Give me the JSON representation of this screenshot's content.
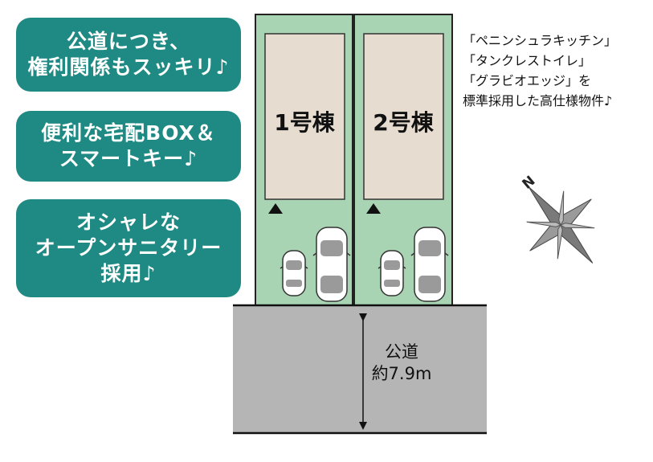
{
  "features": [
    {
      "lines": [
        "公道につき、",
        "権利関係もスッキリ♪"
      ]
    },
    {
      "lines": [
        "便利な宅配BOX＆",
        "スマートキー♪"
      ]
    },
    {
      "lines": [
        "オシャレな",
        "オープンサニタリー",
        "採用♪"
      ]
    }
  ],
  "spec_note": {
    "lines": [
      "「ペニンシュラキッチン」",
      "「タンクレストイレ」",
      "「グラビオエッジ」を",
      "標準採用した高仕様物件♪"
    ]
  },
  "lots": [
    {
      "label": "1号棟"
    },
    {
      "label": "2号棟"
    }
  ],
  "road": {
    "name": "公道",
    "width_text": "約7.9m"
  },
  "compass": {
    "north_label": "N"
  },
  "colors": {
    "pill_teal": "#1f8a83",
    "lot_green": "#a9d4b4",
    "building_beige": "#e6ddd0",
    "road_gray": "#b5b5b5"
  }
}
